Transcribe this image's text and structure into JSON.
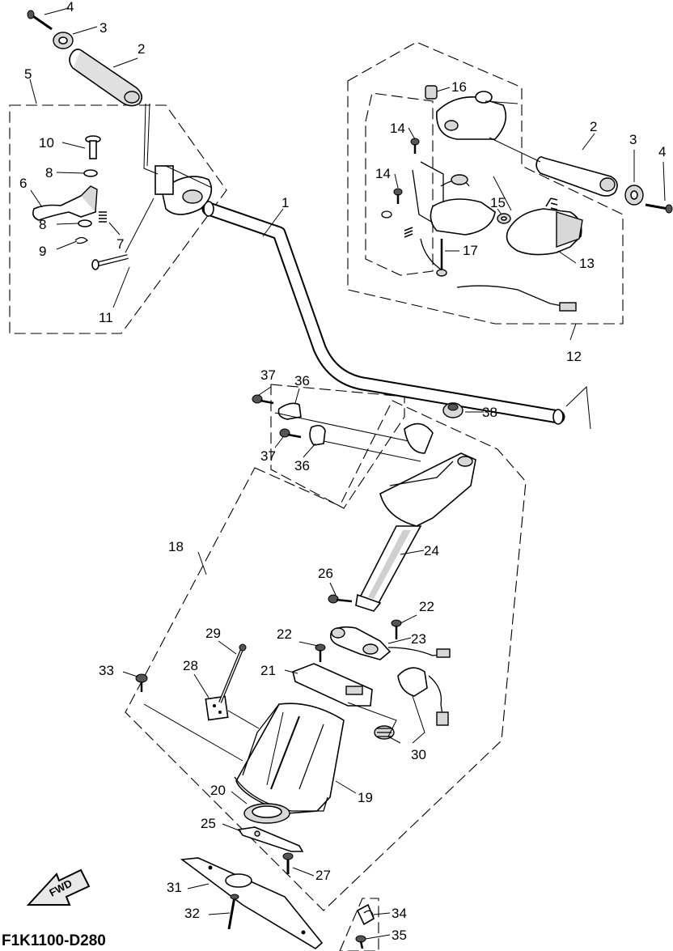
{
  "diagram_code": "F1K1100-D280",
  "fwd_label": "FWD",
  "callouts": {
    "c1": "1",
    "c2a": "2",
    "c2b": "2",
    "c3a": "3",
    "c3b": "3",
    "c4a": "4",
    "c4b": "4",
    "c5": "5",
    "c6": "6",
    "c7": "7",
    "c8a": "8",
    "c8b": "8",
    "c9": "9",
    "c10": "10",
    "c11": "11",
    "c12": "12",
    "c13": "13",
    "c14a": "14",
    "c14b": "14",
    "c15": "15",
    "c16": "16",
    "c17": "17",
    "c18": "18",
    "c19": "19",
    "c20": "20",
    "c21": "21",
    "c22a": "22",
    "c22b": "22",
    "c23": "23",
    "c24": "24",
    "c25": "25",
    "c26": "26",
    "c27": "27",
    "c28": "28",
    "c29": "29",
    "c30": "30",
    "c31": "31",
    "c32": "32",
    "c33": "33",
    "c34": "34",
    "c35": "35",
    "c36a": "36",
    "c36b": "36",
    "c37a": "37",
    "c37b": "37",
    "c38": "38"
  }
}
